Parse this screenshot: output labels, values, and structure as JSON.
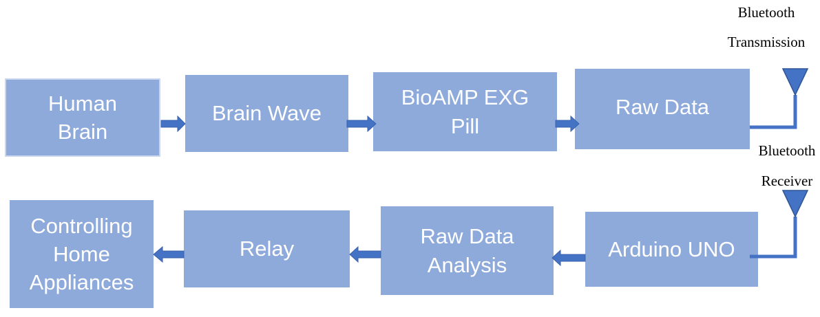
{
  "diagram": {
    "nodes": {
      "human_brain": "Human\nBrain",
      "brain_wave": "Brain Wave",
      "bioamp": "BioAMP EXG\nPill",
      "raw_data": "Raw Data",
      "arduino": "Arduino UNO",
      "raw_data_analysis": "Raw Data\nAnalysis",
      "relay": "Relay",
      "controlling": "Controlling\nHome\nAppliances"
    },
    "annotations": {
      "bt_transmission_1": "Bluetooth",
      "bt_transmission_2": "Transmission",
      "bt_receiver_1": "Bluetooth",
      "bt_receiver_2": "Receiver"
    },
    "colors": {
      "box_fill": "#8eaadb",
      "box_text": "#ffffff",
      "arrow": "#4472c4",
      "antenna": "#4472c4"
    }
  }
}
